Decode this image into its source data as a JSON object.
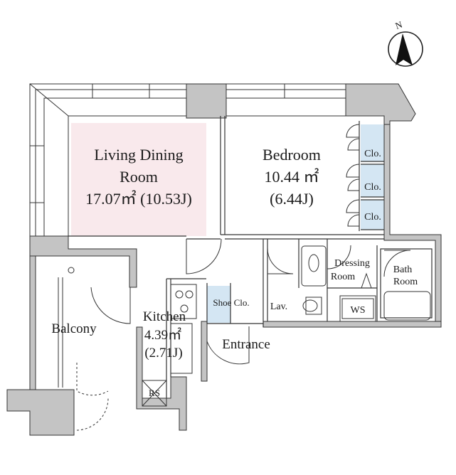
{
  "compass": {
    "label": "N"
  },
  "rooms": {
    "living": {
      "name": "Living Dining",
      "name2": "Room",
      "area": "17.07㎡ (10.53J)"
    },
    "bedroom": {
      "name": "Bedroom",
      "area": "10.44 ㎡",
      "area_j": "(6.44J)"
    },
    "closets": [
      "Clo.",
      "Clo.",
      "Clo."
    ],
    "dressing": {
      "line1": "Dressing",
      "line2": "Room"
    },
    "bath": {
      "line1": "Bath",
      "line2": "Room"
    },
    "shoe_closet": "Shoe Clo.",
    "lavatory": "Lav.",
    "ws": "WS",
    "kitchen": {
      "name": "Kitchen",
      "area": "4.39㎡",
      "area_j": "(2.71J)"
    },
    "balcony": "Balcony",
    "entrance": "Entrance",
    "rs": "RS"
  },
  "colors": {
    "wall": "#c4c4c4",
    "living_fill": "#f9e9ec",
    "closet_fill": "#d4e6f3",
    "line": "#333333"
  }
}
